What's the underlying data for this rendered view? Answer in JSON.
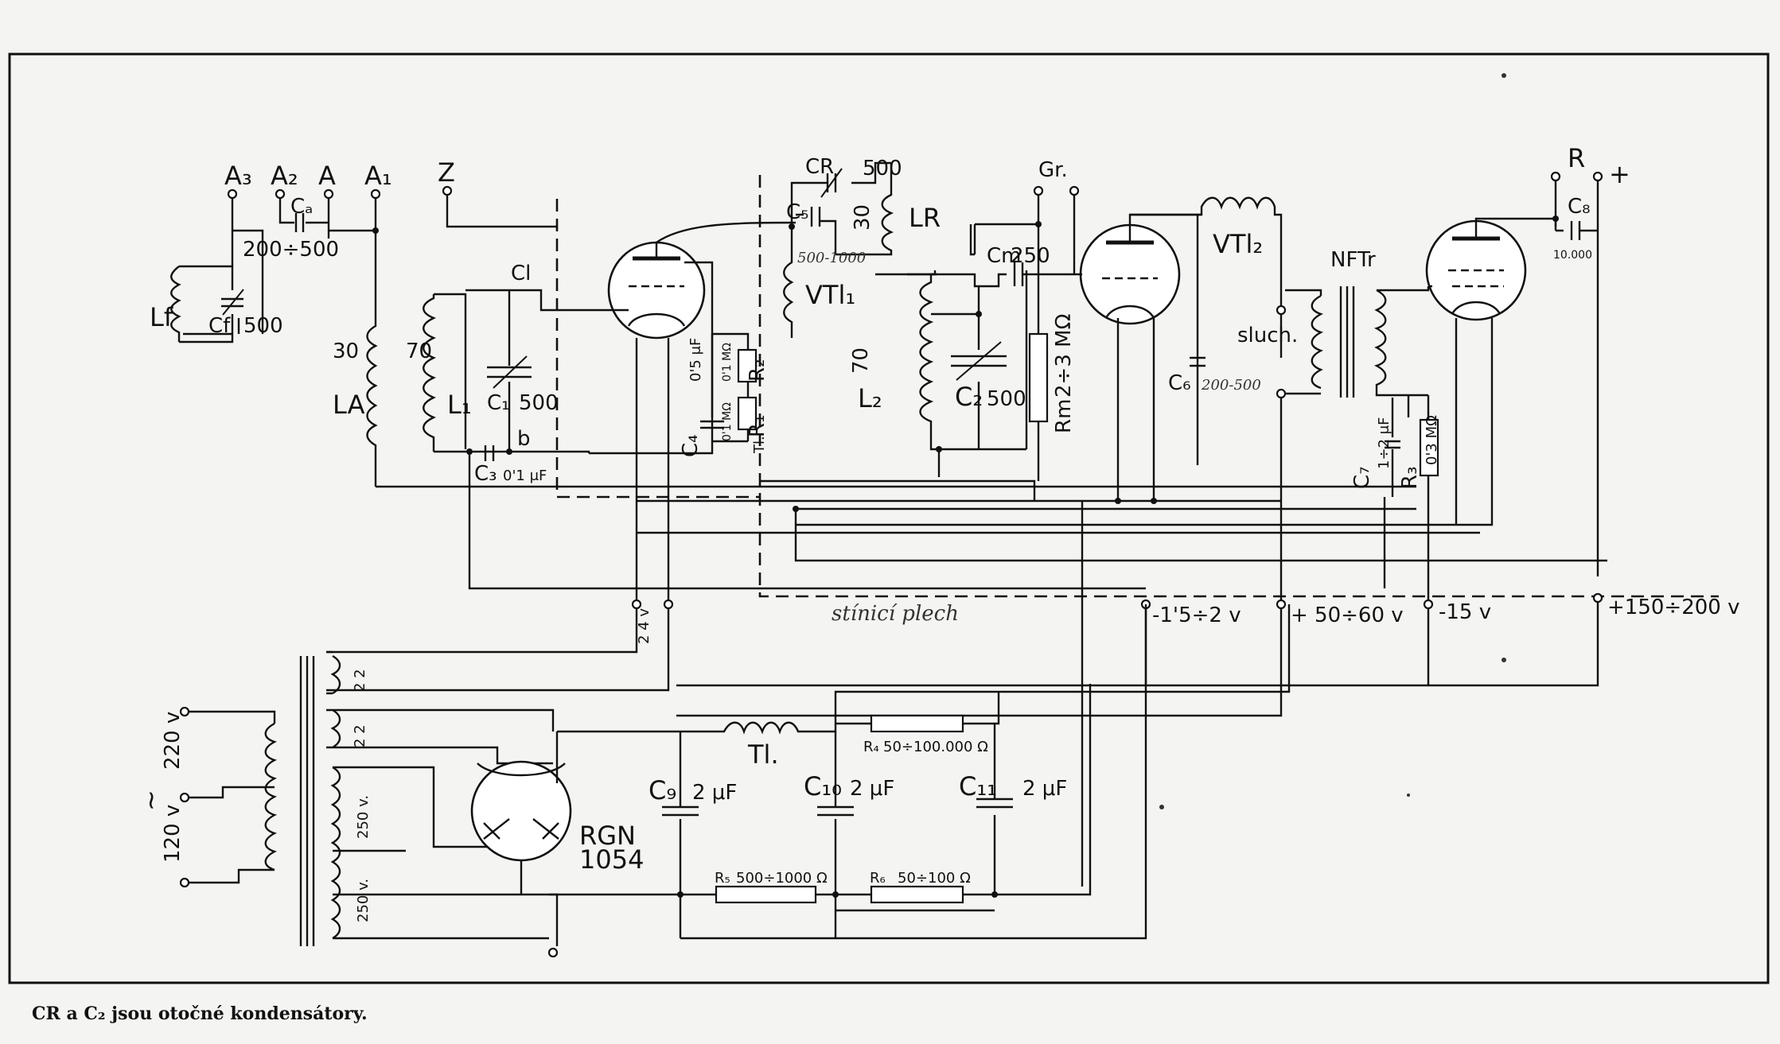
{
  "antenna": {
    "a3": "A₃",
    "a2": "A₂",
    "a": "A",
    "a1": "A₁",
    "z": "Z",
    "ca": "Cₐ",
    "ca_value": "200÷500"
  },
  "filter": {
    "lf": "Lf",
    "cf": "Cf",
    "cf_value": "500"
  },
  "stage1": {
    "la": "LA",
    "la_turns": "30",
    "l1": "L₁",
    "l1_turns": "70",
    "c1": "C₁",
    "c1_value": "500",
    "cl": "Cl",
    "b": "b",
    "c3": "C₃",
    "c3_value": "0'1 μF"
  },
  "detector": {
    "c4": "C₄",
    "c4_value": "0'5 μF",
    "r1": "R₁",
    "r1_value": "0'1 MΩ",
    "r2": "R₂",
    "r2_value": "0'1 MΩ",
    "tl": "Tl."
  },
  "reaction": {
    "cr": "CR",
    "cr_value": "500",
    "lr": "LR",
    "lr_turns": "30",
    "c5": "C₅",
    "c5_value": "500-1000",
    "vti1": "VTl₁"
  },
  "stage2": {
    "l2": "L₂",
    "l2_turns": "70",
    "c2": "C₂",
    "c2_value": "500",
    "cm": "Cm",
    "cm_value": "250",
    "gr": "Gr.",
    "rm": "Rm",
    "rm_value": "2÷3 MΩ",
    "vti2": "VTl₂",
    "c6": "C₆",
    "c6_value": "200-500"
  },
  "output": {
    "sluch": "sluch.",
    "nft": "NFTr",
    "c7": "C₇",
    "c7_value": "1÷2 μF",
    "r3": "R₃",
    "r3_value": "0'3 MΩ",
    "r": "R",
    "plus": "+",
    "c8": "C₈",
    "c8_value": "10.000"
  },
  "supply": {
    "shield": "stínicí plech",
    "v1": "-1'5÷2 v",
    "v2": "+ 50÷60 v",
    "v3": "-15 v",
    "v4": "+150÷200 v",
    "heater": "2 4 v",
    "v220": "220 v",
    "v120": "120 v",
    "tilde": "~",
    "sec1": "2 2",
    "sec2": "2 2",
    "sec3": "250 v.",
    "sec4": "250 v.",
    "rect": "RGN",
    "rect_num": "1054",
    "choke": "Tl.",
    "r4": "R₄",
    "r4_value": "50÷100.000 Ω",
    "r5": "R₅",
    "r5_value": "500÷1000 Ω",
    "r6": "R₆",
    "r6_value": "50÷100 Ω",
    "c9": "C₉",
    "c9_value": "2 μF",
    "c10": "C₁₀",
    "c10_value": "2 μF",
    "c11": "C₁₁",
    "c11_value": "2 μF"
  },
  "caption": "CR a C₂ jsou otočné kondensátory."
}
